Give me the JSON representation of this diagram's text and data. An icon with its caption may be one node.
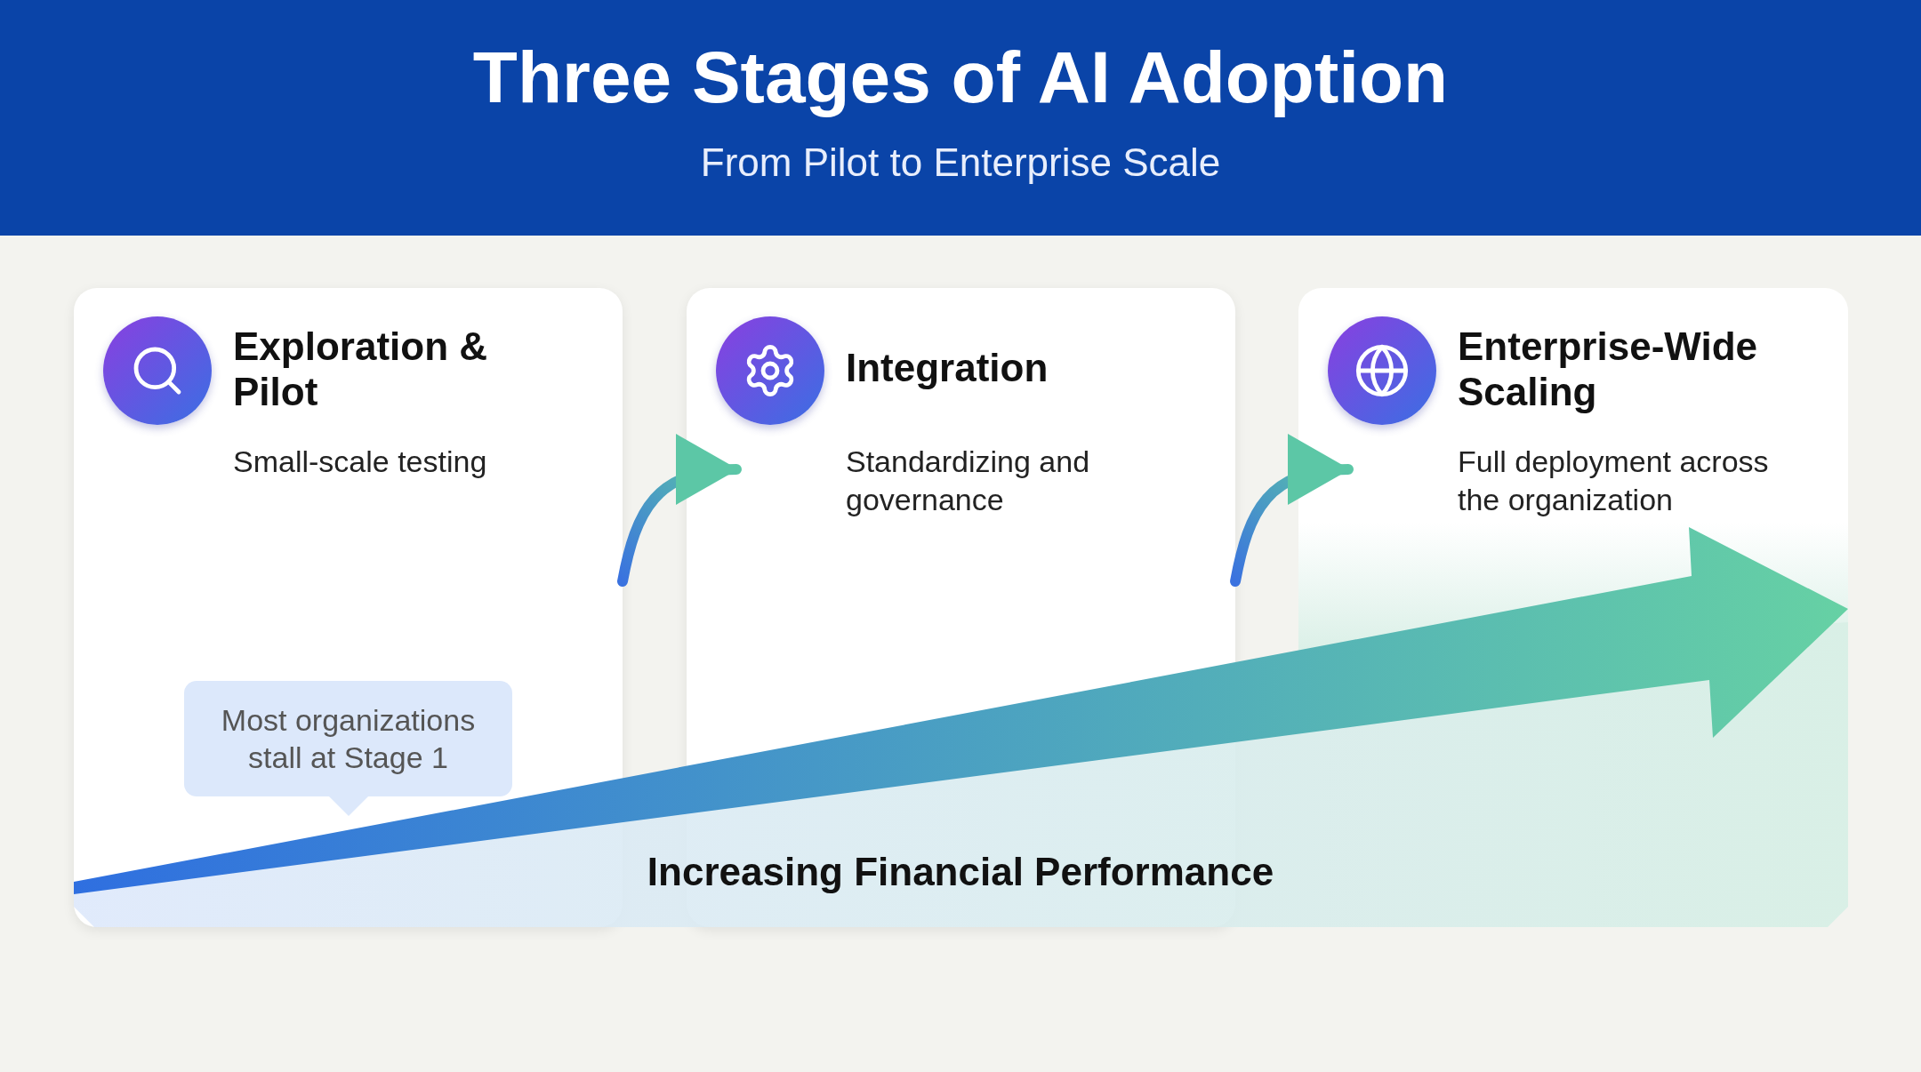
{
  "diagram": {
    "title": "Three Stages of AI Adoption",
    "caption": "From Pilot to Enterprise Scale",
    "nodes": [
      {
        "text": [
          "Exploration & Pilot",
          "Small-scale testing"
        ]
      },
      {
        "text": [
          "Integration",
          "Standardizing and governance"
        ]
      },
      {
        "text": [
          "Enterprise-Wide Scaling",
          "Full deployment across the organization"
        ]
      },
      {
        "text": [
          "Most organizations stall at Stage 1"
        ],
        "in": 0
      }
    ],
    "edges": [
      {
        "from": 0,
        "to": 1,
        "arrow": "to"
      },
      {
        "from": 1,
        "to": 2,
        "arrow": "to"
      }
    ],
    "labels": [
      "Increasing Financial Performance"
    ]
  }
}
